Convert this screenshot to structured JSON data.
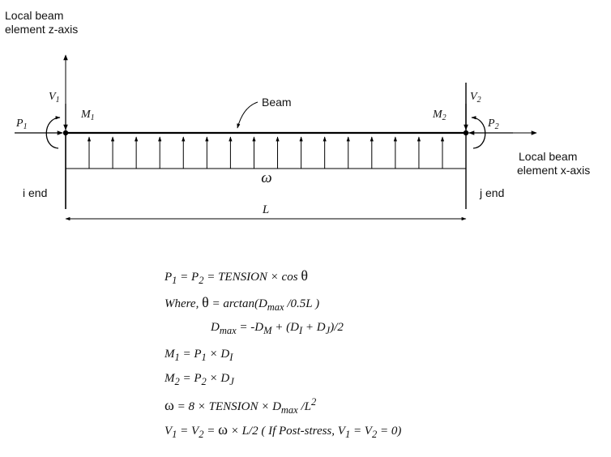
{
  "labels": {
    "z_axis": [
      "Local beam",
      "element z-axis"
    ],
    "x_axis": [
      "Local beam",
      "element x-axis"
    ],
    "beam": "Beam",
    "i_end": "i end",
    "j_end": "j end",
    "length": "L",
    "omega": "ω",
    "V1": {
      "main": "V",
      "sub": "1"
    },
    "V2": {
      "main": "V",
      "sub": "2"
    },
    "M1": {
      "main": "M",
      "sub": "1"
    },
    "M2": {
      "main": "M",
      "sub": "2"
    },
    "P1": {
      "main": "P",
      "sub": "1"
    },
    "P2": {
      "main": "P",
      "sub": "2"
    }
  },
  "equations": [
    "P<sub>1</sub> = P<sub>2</sub> = TENSION × cos <span class=\"sym\">θ</span>",
    "Where, <span class=\"sym\">θ</span> = arctan(D<sub>max</sub> /0.5L )",
    "D<sub>max</sub> = -D<sub>M</sub> + (D<sub>I</sub> + D<sub>J</sub>)/2",
    "M<sub>1</sub> = P<sub>1</sub> × D<sub>I</sub>",
    "M<sub>2</sub> = P<sub>2</sub> × D<sub>J</sub>",
    "<span class=\"sym\">ω</span> = 8 × TENSION × D<sub>max</sub> /L<sup>2</sup>",
    "V<sub>1</sub> = V<sub>2</sub> = <span class=\"sym\">ω</span> × L/2 ( If Post-stress, V<sub>1</sub> = V<sub>2</sub> = 0)"
  ],
  "distributed_load": {
    "arrow_count": 16
  }
}
